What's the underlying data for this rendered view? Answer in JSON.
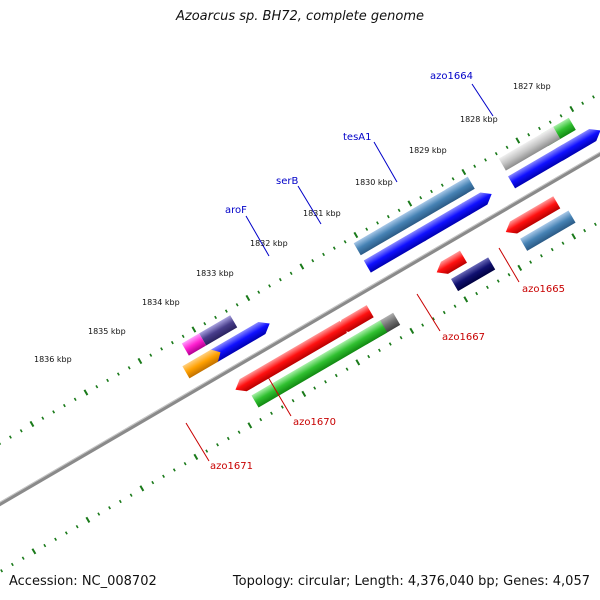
{
  "title": "Azoarcus sp. BH72, complete genome",
  "footer": {
    "accession": "Accession: NC_008702",
    "stats": "Topology: circular; Length: 4,376,040 bp; Genes: 4,057"
  },
  "colors": {
    "forward_label": "#0000c8",
    "reverse_label": "#c80000",
    "backbone": "#888888",
    "tick": "#1a7a1a"
  },
  "ruler": [
    "1827 kbp",
    "1828 kbp",
    "1829 kbp",
    "1830 kbp",
    "1831 kbp",
    "1832 kbp",
    "1833 kbp",
    "1834 kbp",
    "1835 kbp",
    "1836 kbp"
  ],
  "gene_labels": [
    {
      "text": "azo1664",
      "strand": "forward"
    },
    {
      "text": "tesA1",
      "strand": "forward"
    },
    {
      "text": "serB",
      "strand": "forward"
    },
    {
      "text": "aroF",
      "strand": "forward"
    },
    {
      "text": "azo1665",
      "strand": "reverse"
    },
    {
      "text": "azo1667",
      "strand": "reverse"
    },
    {
      "text": "azo1670",
      "strand": "reverse"
    },
    {
      "text": "azo1671",
      "strand": "reverse"
    }
  ]
}
